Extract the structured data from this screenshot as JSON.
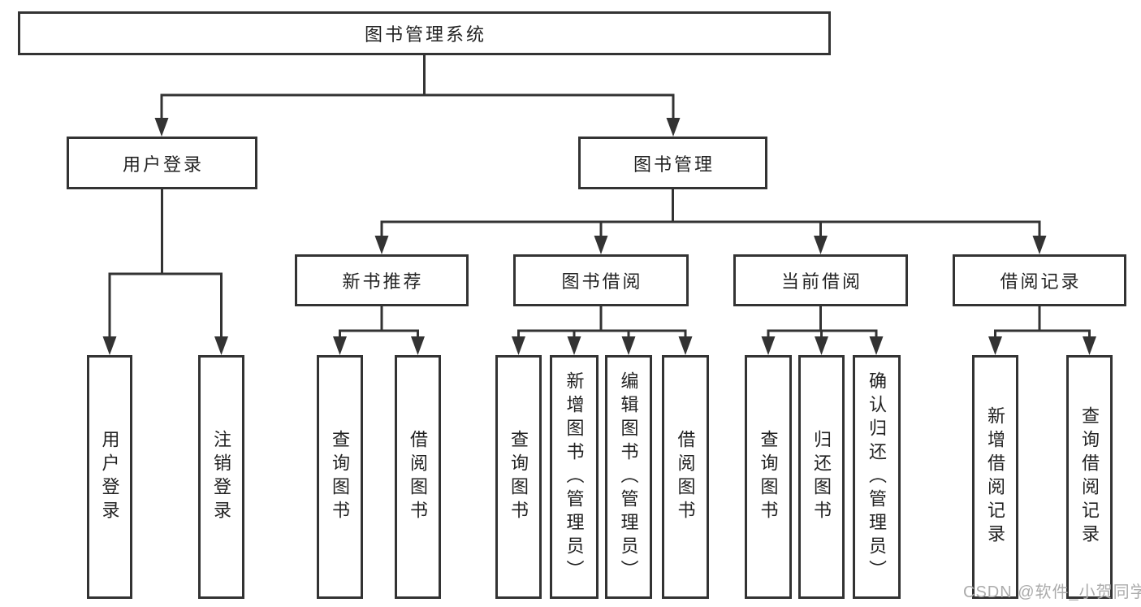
{
  "diagram": {
    "type": "tree",
    "root": {
      "label": "图书管理系统"
    },
    "level2": [
      {
        "label": "用户登录",
        "parent": "图书管理系统"
      },
      {
        "label": "图书管理",
        "parent": "图书管理系统"
      }
    ],
    "level3": [
      {
        "label": "新书推荐",
        "parent": "图书管理"
      },
      {
        "label": "图书借阅",
        "parent": "图书管理"
      },
      {
        "label": "当前借阅",
        "parent": "图书管理"
      },
      {
        "label": "借阅记录",
        "parent": "图书管理"
      }
    ],
    "level4": [
      {
        "label": "用户登录",
        "parent": "用户登录"
      },
      {
        "label": "注销登录",
        "parent": "用户登录"
      },
      {
        "label": "查询图书",
        "parent": "新书推荐"
      },
      {
        "label": "借阅图书",
        "parent": "新书推荐"
      },
      {
        "label": "查询图书",
        "parent": "图书借阅"
      },
      {
        "label": "新增图书（管理员）",
        "parent": "图书借阅"
      },
      {
        "label": "编辑图书（管理员）",
        "parent": "图书借阅"
      },
      {
        "label": "借阅图书",
        "parent": "图书借阅"
      },
      {
        "label": "查询图书",
        "parent": "当前借阅"
      },
      {
        "label": "归还图书",
        "parent": "当前借阅"
      },
      {
        "label": "确认归还（管理员）",
        "parent": "当前借阅"
      },
      {
        "label": "新增借阅记录",
        "parent": "借阅记录"
      },
      {
        "label": "查询借阅记录",
        "parent": "借阅记录"
      }
    ]
  },
  "watermark": {
    "text": "CSDN @软件_小贺同学",
    "color": "#ababab"
  },
  "colors": {
    "line": "#333333",
    "box_border": "#333333",
    "text": "#222222",
    "background": "#ffffff"
  }
}
